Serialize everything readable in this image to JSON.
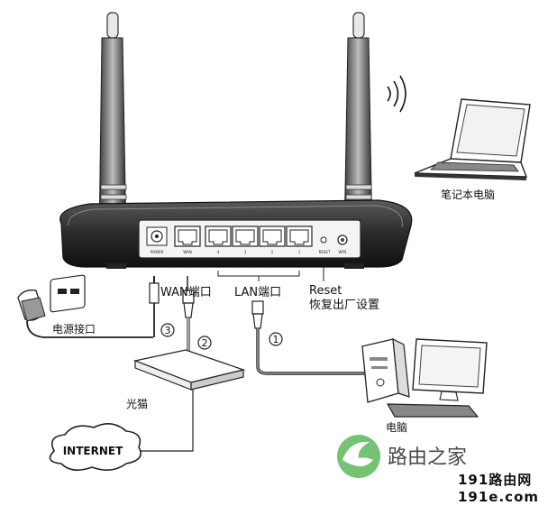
{
  "labels": {
    "laptop": "笔记本电脑",
    "power_interface": "电源接口",
    "wan_port": "WAN端口",
    "lan_port": "LAN端口",
    "reset_title": "Reset",
    "reset_desc": "恢复出厂设置",
    "modem": "光猫",
    "desktop": "电脑",
    "internet": "INTERNET"
  },
  "router_panel": {
    "power": "POWER",
    "wan": "WAN",
    "lan4": "4",
    "lan3": "3",
    "lan2": "2",
    "lan1": "1",
    "reset": "RESET",
    "wps": "WPS"
  },
  "steps": {
    "one": "1",
    "two": "2",
    "three": "3"
  },
  "watermark": {
    "name": "路由之家",
    "line1": "191路由网",
    "line2": "191e.com",
    "logo_color": "#5cb85c"
  }
}
